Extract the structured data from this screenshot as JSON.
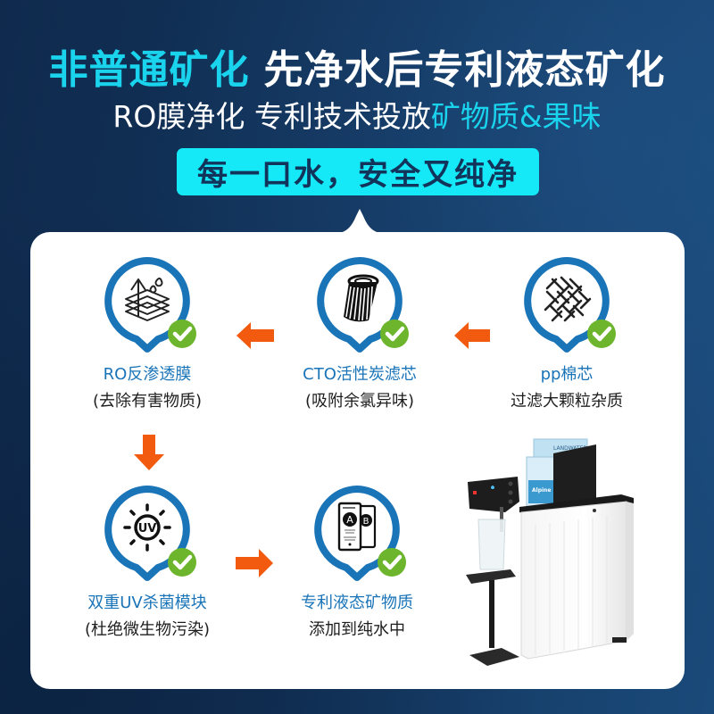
{
  "header": {
    "headline_accent": "非普通矿化",
    "headline_main": "先净水后专利液态矿化",
    "subline_main": "RO膜净化 专利技术投放",
    "subline_accent": "矿物质&果味",
    "pill": "每一口水，安全又纯净"
  },
  "colors": {
    "background": "#12335a",
    "accent_cyan": "#1ad4ee",
    "pill_bg": "#15e8f6",
    "ring_blue": "#1a74b8",
    "check_green": "#6cb52d",
    "arrow_orange": "#f25a0f"
  },
  "steps": [
    {
      "id": "pp",
      "icon": "mesh-fabric-icon",
      "title": "pp棉芯",
      "desc": "过滤大颗粒杂质"
    },
    {
      "id": "cto",
      "icon": "carbon-filter-cartridge-icon",
      "title": "CTO活性炭滤芯",
      "desc": "(吸附余氯异味)"
    },
    {
      "id": "ro",
      "icon": "membrane-layers-icon",
      "title": "RO反渗透膜",
      "desc": "(去除有害物质)"
    },
    {
      "id": "uv",
      "icon": "uv-sun-icon",
      "title": "双重UV杀菌模块",
      "desc": "(杜绝微生物污染)",
      "uv_label": "UV"
    },
    {
      "id": "mineral",
      "icon": "mineral-packets-icon",
      "title": "专利液态矿物质",
      "desc": "添加到纯水中",
      "packet_labels": [
        "A",
        "B"
      ]
    }
  ],
  "flow": [
    "pp",
    "cto",
    "ro",
    "uv",
    "mineral"
  ],
  "product": {
    "name": "water-dispenser",
    "box_label": "LANDWATER",
    "box_sublabel": "Alpine"
  }
}
